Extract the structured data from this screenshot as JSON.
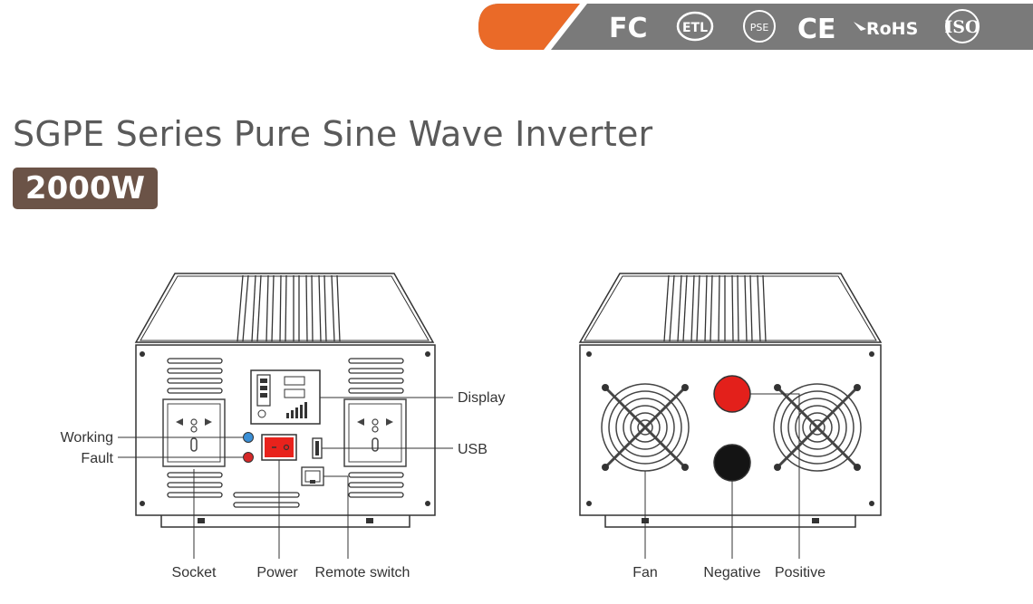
{
  "certifications": [
    "FC",
    "ETL",
    "PSE",
    "CE",
    "RoHS",
    "ISO"
  ],
  "colors": {
    "accent_orange": "#ea6a28",
    "cert_bar_gray": "#7a7a7a",
    "badge_brown": "#6b5347",
    "positive_terminal": "#e3201b",
    "negative_terminal": "#141414",
    "working_led": "#3a8fd6",
    "fault_led": "#d62828",
    "power_switch": "#e8221c"
  },
  "header": {
    "title": "SGPE Series Pure Sine Wave Inverter",
    "wattage": "2000W"
  },
  "front_labels": {
    "working": "Working",
    "fault": "Fault",
    "display": "Display",
    "usb": "USB",
    "socket": "Socket",
    "power": "Power",
    "remote_switch": "Remote switch"
  },
  "rear_labels": {
    "fan": "Fan",
    "negative": "Negative",
    "positive": "Positive"
  }
}
